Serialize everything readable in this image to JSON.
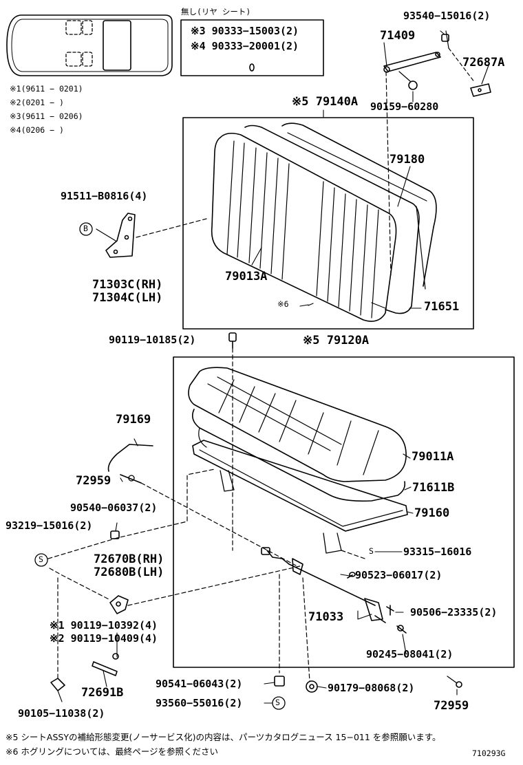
{
  "legend": {
    "rows": [
      {
        "mark": "※1",
        "range": "(9611 − 0201)"
      },
      {
        "mark": "※2",
        "range": "(0201 −      )"
      },
      {
        "mark": "※3",
        "range": "(9611 − 0206)"
      },
      {
        "mark": "※4",
        "range": "(0206 −      )"
      }
    ]
  },
  "no_rear_seat_box": {
    "title": "無し(リヤ シート)",
    "line1": "※3 90333−15003(2)",
    "line2": "※4 90333−20001(2)"
  },
  "labels": {
    "p93540": "93540−15016(2)",
    "p71409": "71409",
    "p72687A": "72687A",
    "p90159": "90159−60280",
    "p79140A": "※5 79140A",
    "p79180": "79180",
    "p91511": "91511−B0816(4)",
    "markB": "B",
    "p71303": "71303C(RH)",
    "p71304": "71304C(LH)",
    "p79013A": "79013A",
    "p6": "※6",
    "p71651": "71651",
    "p90119a": "90119−10185(2)",
    "p79120A": "※5 79120A",
    "p79169": "79169",
    "p79011A": "79011A",
    "p72959a": "72959",
    "p71611B": "71611B",
    "p90540": "90540−06037(2)",
    "p79160": "79160",
    "p93219": "93219−15016(2)",
    "markS": "S",
    "p93315": "93315−16016",
    "p72670": "72670B(RH)",
    "p72680": "72680B(LH)",
    "p90523": "90523−06017(2)",
    "p71033": "71033",
    "p90506": "90506−23335(2)",
    "p90119b": "※1 90119−10392(4)",
    "p90119c": "※2 90119−10409(4)",
    "p90245": "90245−08041(2)",
    "p72691B": "72691B",
    "p90541": "90541−06043(2)",
    "p90179": "90179−08068(2)",
    "p93560": "93560−55016(2)",
    "p90105": "90105−11038(2)",
    "p72959b": "72959"
  },
  "notes": {
    "n5": "※5 シートASSYの補給形態変更(ノーサービス化)の内容は、パーツカタログニュース 15−011 を参照願います。",
    "n6": "※6 ホグリングについては、最終ページを参照ください"
  },
  "figure_id": "710293G"
}
